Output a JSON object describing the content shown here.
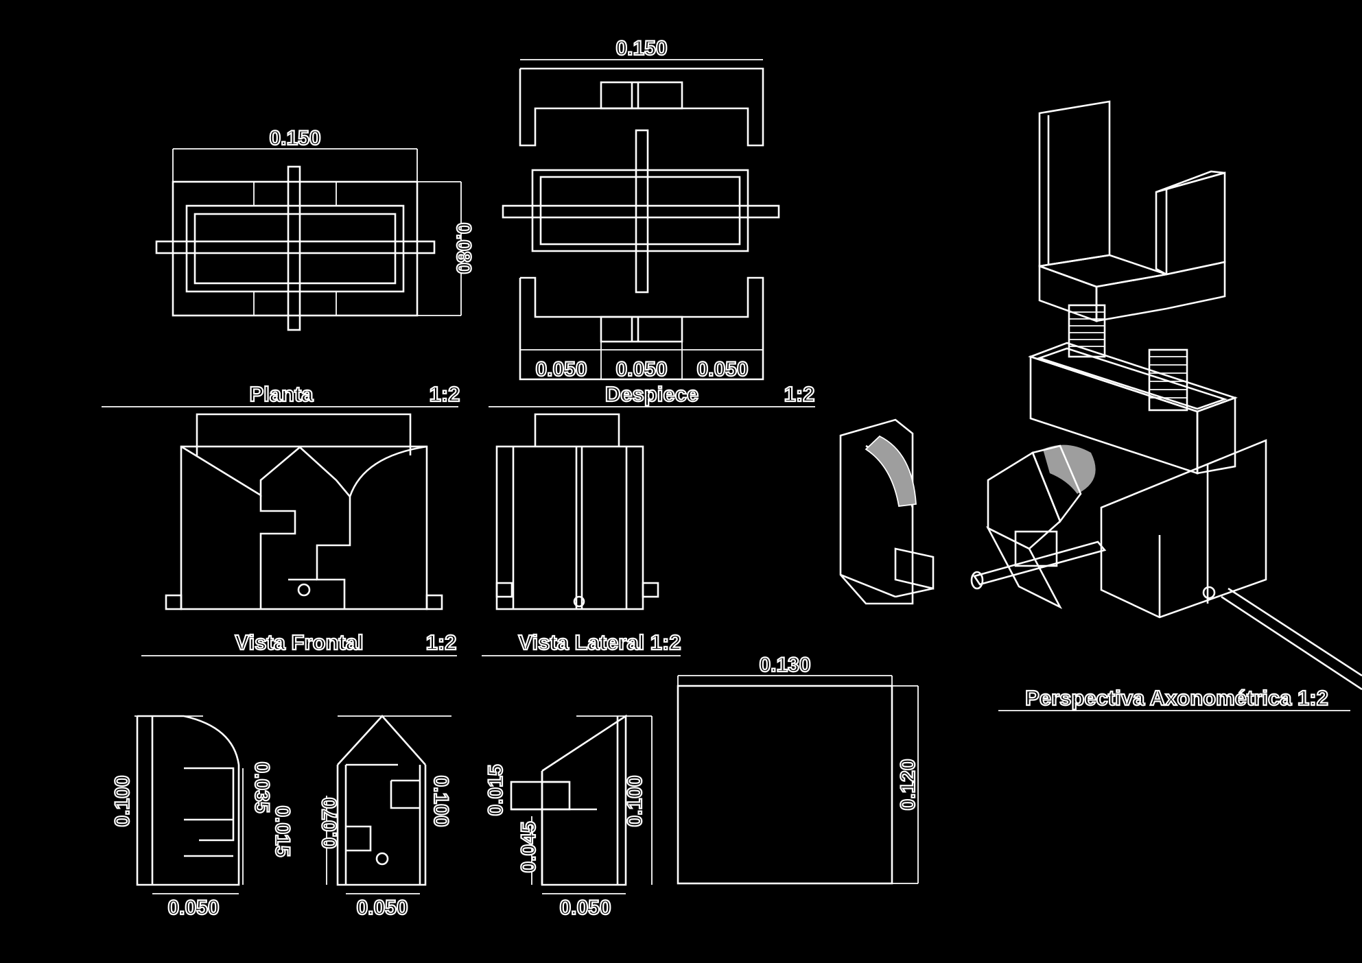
{
  "views": {
    "planta": {
      "title": "Planta",
      "scale": "1:2"
    },
    "despiece": {
      "title": "Despiece",
      "scale": "1:2"
    },
    "frontal": {
      "title": "Vista Frontal",
      "scale": "1:2"
    },
    "lateral": {
      "title": "Vista Lateral 1:2"
    },
    "perspectiva": {
      "title": "Perspectiva Axonométrica  1:2"
    }
  },
  "dimensions": {
    "planta_width": "0.150",
    "planta_depth": "0.080",
    "despiece_width": "0.150",
    "despiece_seg1": "0.050",
    "despiece_seg2": "0.050",
    "despiece_seg3": "0.050",
    "piece1_height": "0.100",
    "piece1_a": "0.035",
    "piece1_b": "0.015",
    "piece1_width": "0.050",
    "piece2_a": "0.070",
    "piece2_height": "0.100",
    "piece2_width": "0.050",
    "piece3_a": "0.015",
    "piece3_b": "0.045",
    "piece3_height": "0.100",
    "piece3_width": "0.050",
    "block_width": "0.130",
    "block_height": "0.120"
  },
  "colors": {
    "background": "#000000",
    "line": "#ffffff",
    "stain": "#9e9e9e"
  }
}
